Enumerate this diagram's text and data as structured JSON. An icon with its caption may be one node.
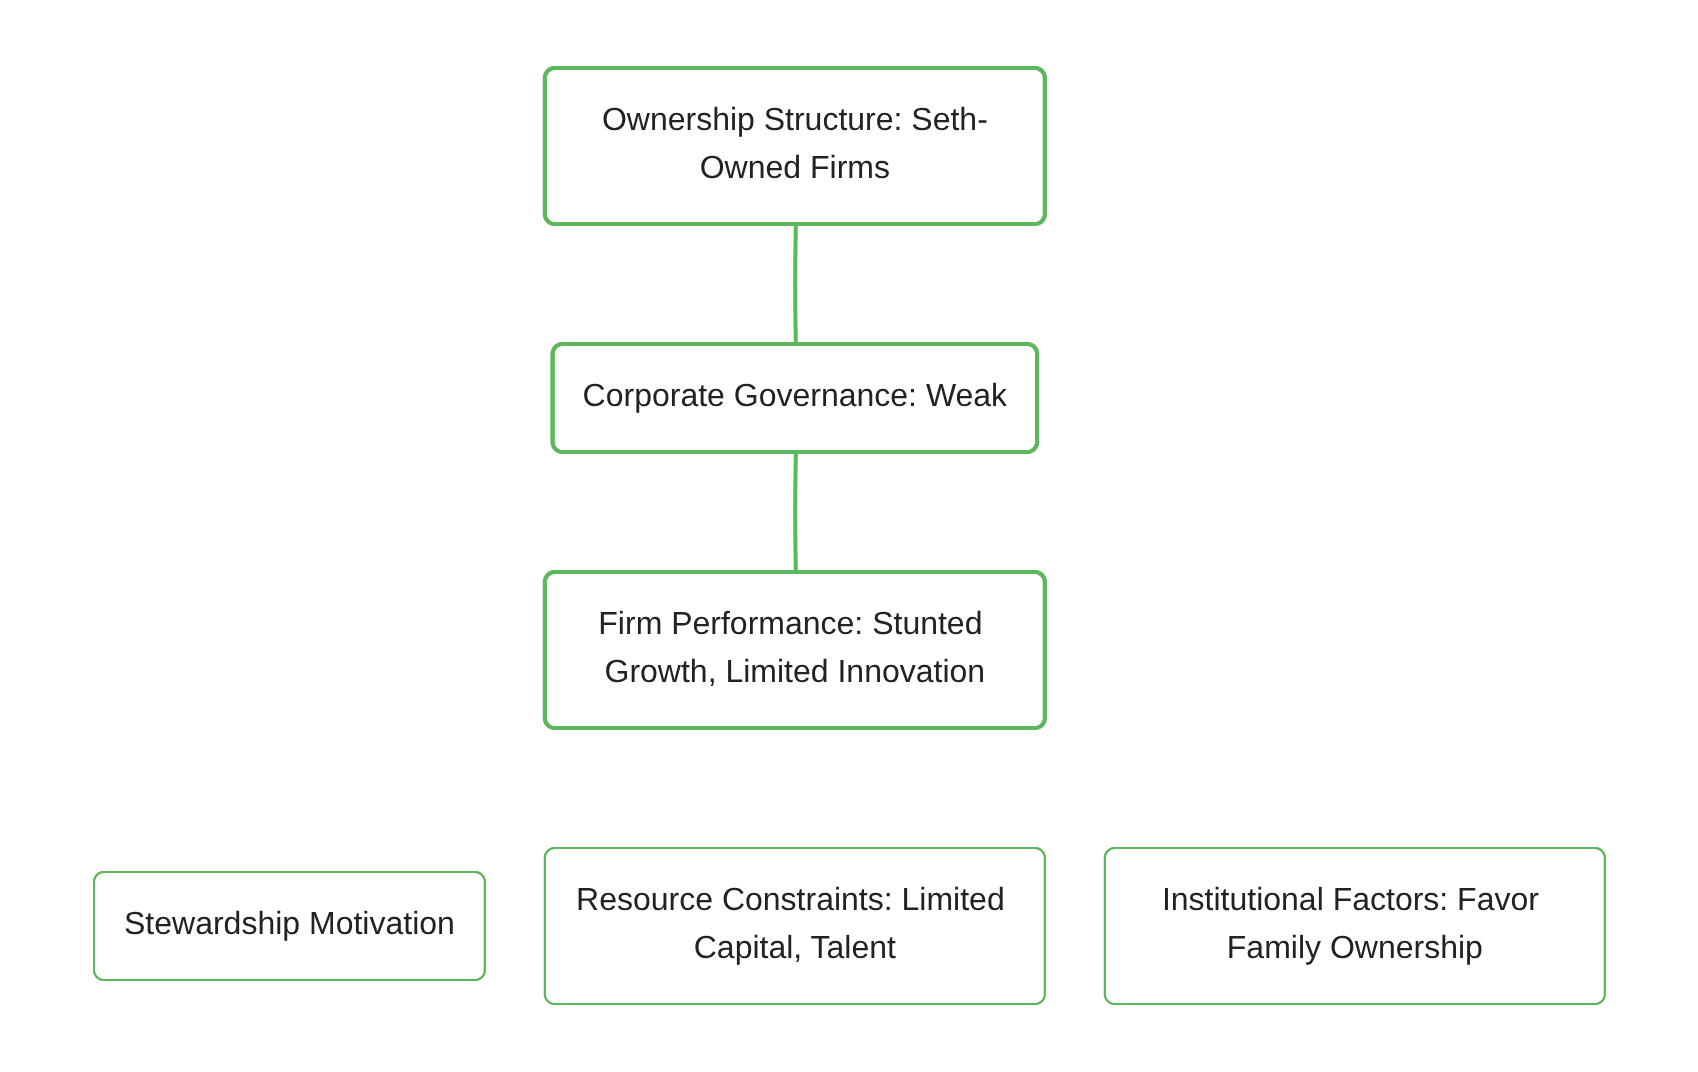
{
  "diagram": {
    "nodes": [
      {
        "text": [
          "Ownership Structure: Seth-Owned Firms"
        ]
      },
      {
        "text": [
          "Corporate Governance: Weak"
        ]
      },
      {
        "text": [
          "Firm Performance: Stunted Growth, Limited Innovation"
        ]
      },
      {
        "text": [
          "Stewardship Motivation"
        ]
      },
      {
        "text": [
          "Resource Constraints: Limited Capital, Talent"
        ]
      },
      {
        "text": [
          "Institutional Factors: Favor Family Ownership"
        ]
      }
    ],
    "edges": [
      {
        "from": 0,
        "to": 1,
        "arrow": "none"
      },
      {
        "from": 1,
        "to": 2,
        "arrow": "none"
      }
    ]
  }
}
